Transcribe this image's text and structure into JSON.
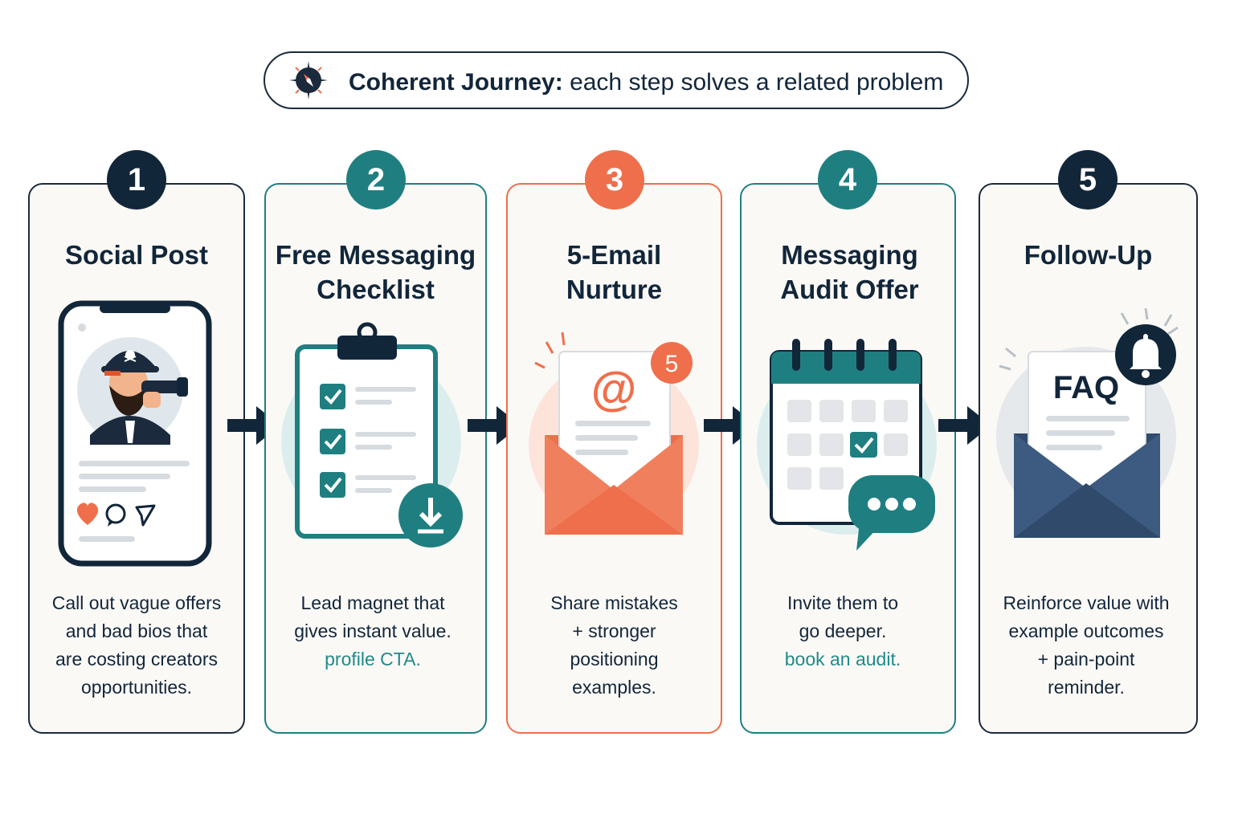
{
  "header": {
    "title_bold": "Coherent Journey:",
    "title_rest": "each step solves a related problem",
    "icon": "compass-icon"
  },
  "colors": {
    "navy": "#12263a",
    "teal": "#1f7f80",
    "coral": "#ef6f4c",
    "cream": "#fbf9f6"
  },
  "steps": [
    {
      "number": "1",
      "title_lines": [
        "Social Post"
      ],
      "desc_lines": [
        "Call out vague offers",
        "and bad bios that",
        "are costing creators",
        "opportunities."
      ],
      "cta": "",
      "icon": "phone-post-icon"
    },
    {
      "number": "2",
      "title_lines": [
        "Free Messaging",
        "Checklist"
      ],
      "desc_lines": [
        "Lead magnet that",
        "gives instant value."
      ],
      "cta": "profile CTA.",
      "icon": "clipboard-checklist-icon"
    },
    {
      "number": "3",
      "title_lines": [
        "5-Email",
        "Nurture"
      ],
      "desc_lines": [
        "Share mistakes",
        "+ stronger",
        "positioning",
        "examples."
      ],
      "cta": "",
      "icon": "email-envelope-icon",
      "icon_badge": "5",
      "icon_symbol": "@"
    },
    {
      "number": "4",
      "title_lines": [
        "Messaging",
        "Audit Offer"
      ],
      "desc_lines": [
        "Invite them to",
        "go deeper."
      ],
      "cta": "book an audit.",
      "icon": "calendar-chat-icon"
    },
    {
      "number": "5",
      "title_lines": [
        "Follow-Up"
      ],
      "desc_lines": [
        "Reinforce value with",
        "example outcomes",
        "+ pain-point",
        "reminder."
      ],
      "cta": "",
      "icon": "faq-envelope-bell-icon",
      "icon_text": "FAQ"
    }
  ]
}
